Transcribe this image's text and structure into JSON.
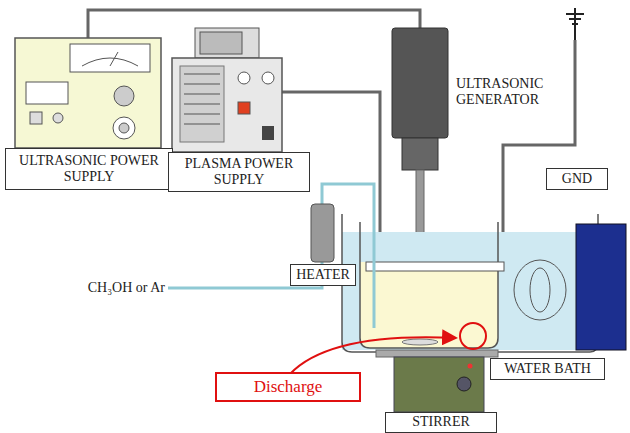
{
  "diagram": {
    "nodes": [
      {
        "text": [
          "ULTRASONIC POWER SUPPLY"
        ]
      },
      {
        "text": [
          "PLASMA POWER SUPPLY"
        ]
      },
      {
        "text": [
          "GND"
        ]
      },
      {
        "text": [
          "HEATER"
        ]
      },
      {
        "text": [
          "WATER BATH"
        ]
      },
      {
        "text": [
          "Discharge"
        ]
      },
      {
        "text": [
          "STIRRER"
        ]
      }
    ],
    "labels": [
      "ULTRASONIC GENERATOR",
      "CH₃OH or Ar"
    ]
  }
}
